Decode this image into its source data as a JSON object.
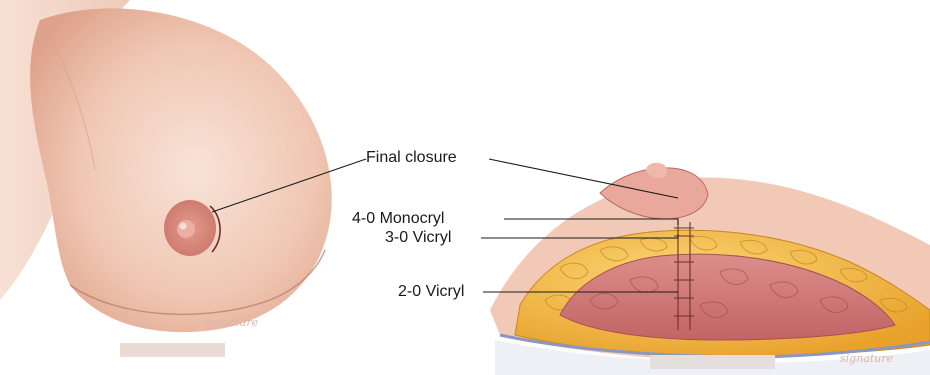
{
  "labels": {
    "final_closure": "Final closure",
    "monocryl": "4-0 Monocryl",
    "vicryl_3": "3-0 Vicryl",
    "vicryl_2": "2-0 Vicryl"
  },
  "colors": {
    "skin_light": "#f6dccf",
    "skin_mid": "#eebfa8",
    "skin_shadow": "#d89c83",
    "areola": "#d9877a",
    "nipple": "#e7a598",
    "fat": "#f2b63c",
    "fat_outline": "#c9871d",
    "gland": "#d27a78",
    "gland_dark": "#b8575a",
    "fascia": "#9aa6c8",
    "leader_line": "#1a1a1a"
  }
}
